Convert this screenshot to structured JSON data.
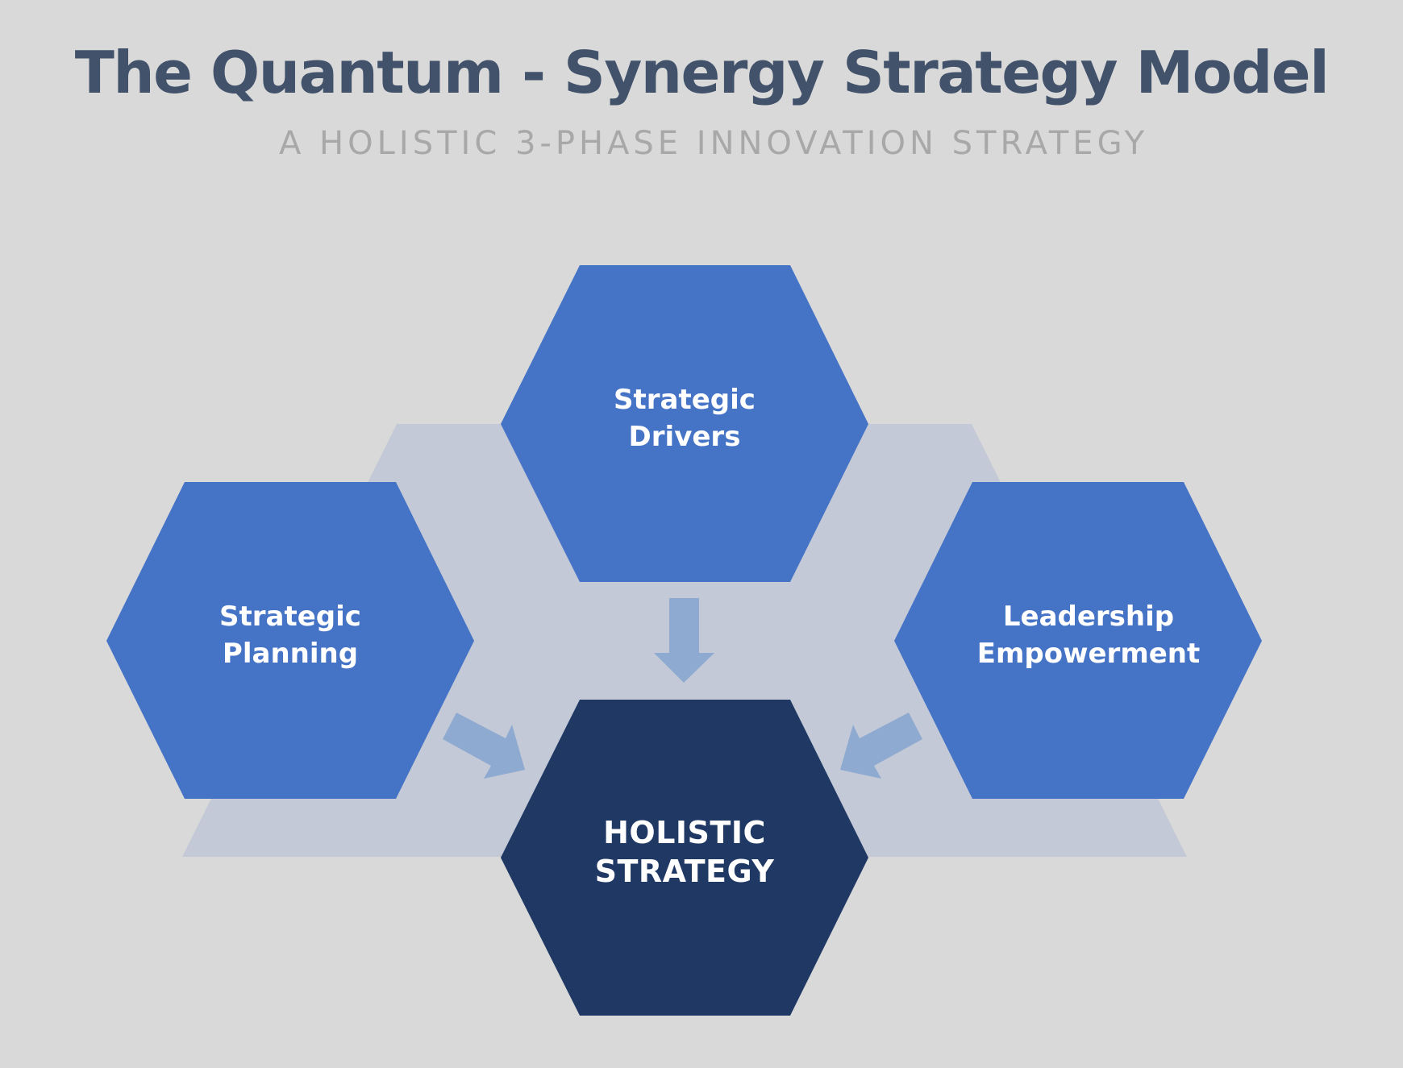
{
  "header": {
    "title": "The Quantum - Synergy Strategy Model",
    "subtitle": "A HOLISTIC 3-PHASE INNOVATION STRATEGY"
  },
  "nodes": {
    "top": {
      "line1": "Strategic",
      "line2": "Drivers"
    },
    "left": {
      "line1": "Strategic",
      "line2": "Planning"
    },
    "right": {
      "line1": "Leadership",
      "line2": "Empowerment"
    },
    "center": {
      "line1": "HOLISTIC",
      "line2": "STRATEGY"
    }
  },
  "colors": {
    "background": "#d9d9d9",
    "title": "#42526b",
    "subtitle": "#a8a8a8",
    "backdrop_hexagon": "#c3c9d6",
    "phase_hexagon": "#4573c6",
    "center_hexagon": "#203864",
    "arrow": "#8faad1",
    "label": "#ffffff"
  }
}
